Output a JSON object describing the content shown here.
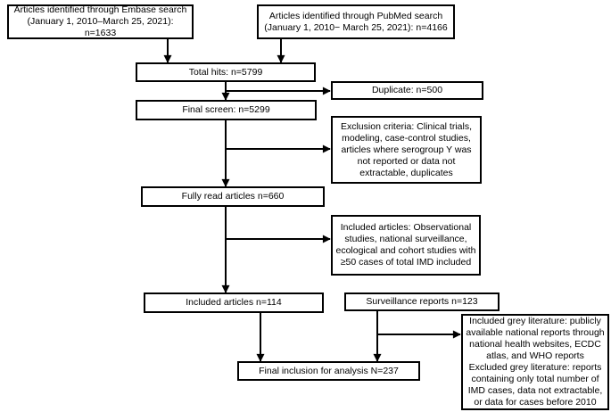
{
  "colors": {
    "border": "#000000",
    "background": "#ffffff",
    "text": "#000000"
  },
  "nodes": {
    "embase": {
      "lines": [
        "Articles identified through Embase search",
        "(January 1, 2010–March 25, 2021): n=1633"
      ]
    },
    "pubmed": {
      "lines": [
        "Articles identified through PubMed search",
        "(January 1, 2010− March 25, 2021): n=4166"
      ]
    },
    "total_hits": {
      "text": "Total hits: n=5799"
    },
    "duplicate": {
      "text": "Duplicate: n=500"
    },
    "final_screen": {
      "text": "Final screen: n=5299"
    },
    "exclusion_criteria": {
      "lines": [
        "Exclusion criteria: Clinical trials,",
        "modeling, case-control studies,",
        "articles where serogroup Y was",
        "not reported or data not",
        "extractable, duplicates"
      ]
    },
    "fully_read": {
      "text": "Fully read articles n=660"
    },
    "inclusion_criteria": {
      "lines": [
        "Included articles: Observational",
        "studies, national surveillance,",
        "ecological and cohort studies with",
        "≥50 cases of total IMD included"
      ]
    },
    "included_articles": {
      "text": "Included articles n=114"
    },
    "surveillance_reports": {
      "text": "Surveillance reports n=123"
    },
    "grey_literature": {
      "lines": [
        "Included grey literature: publicly",
        "available national reports through",
        "national health websites, ECDC",
        "atlas, and WHO reports",
        "Excluded grey literature: reports",
        "containing only total number of",
        "IMD cases, data not extractable,",
        "or data for cases before 2010"
      ]
    },
    "final_inclusion": {
      "text": "Final inclusion for analysis N=237"
    }
  }
}
